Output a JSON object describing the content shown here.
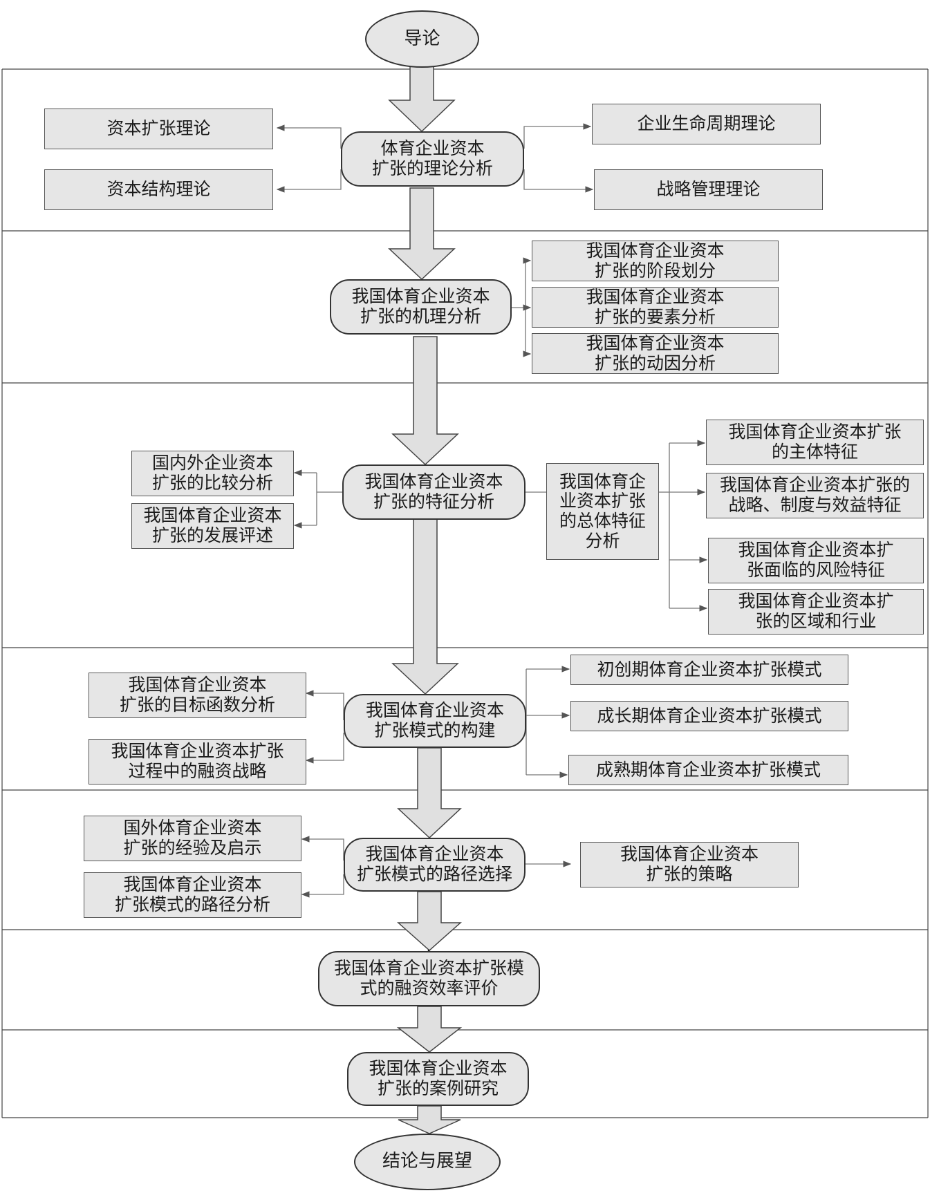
{
  "start": "导论",
  "end": "结论与展望",
  "stages": {
    "s1": {
      "center": "体育企业资本\n扩张的理论分析",
      "left": [
        "资本扩张理论",
        "资本结构理论"
      ],
      "right": [
        "企业生命周期理论",
        "战略管理理论"
      ]
    },
    "s2": {
      "center": "我国体育企业资本\n扩张的机理分析",
      "right": [
        "我国体育企业资本\n扩张的阶段划分",
        "我国体育企业资本\n扩张的要素分析",
        "我国体育企业资本\n扩张的动因分析"
      ]
    },
    "s3": {
      "center": "我国体育企业资本\n扩张的特征分析",
      "left": [
        "国内外企业资本\n扩张的比较分析",
        "我国体育企业资本\n扩张的发展评述"
      ],
      "middle": "我国体育企\n业资本扩张\n的总体特征\n分析",
      "right": [
        "我国体育企业资本扩张\n的主体特征",
        "我国体育企业资本扩张的\n战略、制度与效益特征",
        "我国体育企业资本扩\n张面临的风险特征",
        "我国体育企业资本扩\n张的区域和行业"
      ]
    },
    "s4": {
      "center": "我国体育企业资本\n扩张模式的构建",
      "left": [
        "我国体育企业资本\n扩张的目标函数分析",
        "我国体育企业资本扩张\n过程中的融资战略"
      ],
      "right": [
        "初创期体育企业资本扩张模式",
        "成长期体育企业资本扩张模式",
        "成熟期体育企业资本扩张模式"
      ]
    },
    "s5": {
      "center": "我国体育企业资本\n扩张模式的路径选择",
      "left": [
        "国外体育企业资本\n扩张的经验及启示",
        "我国体育企业资本\n扩张模式的路径分析"
      ],
      "right": [
        "我国体育企业资本\n扩张的策略"
      ]
    },
    "s6": {
      "center": "我国体育企业资本扩张模\n式的融资效率评价"
    },
    "s7": {
      "center": "我国体育企业资本\n扩张的案例研究"
    }
  }
}
